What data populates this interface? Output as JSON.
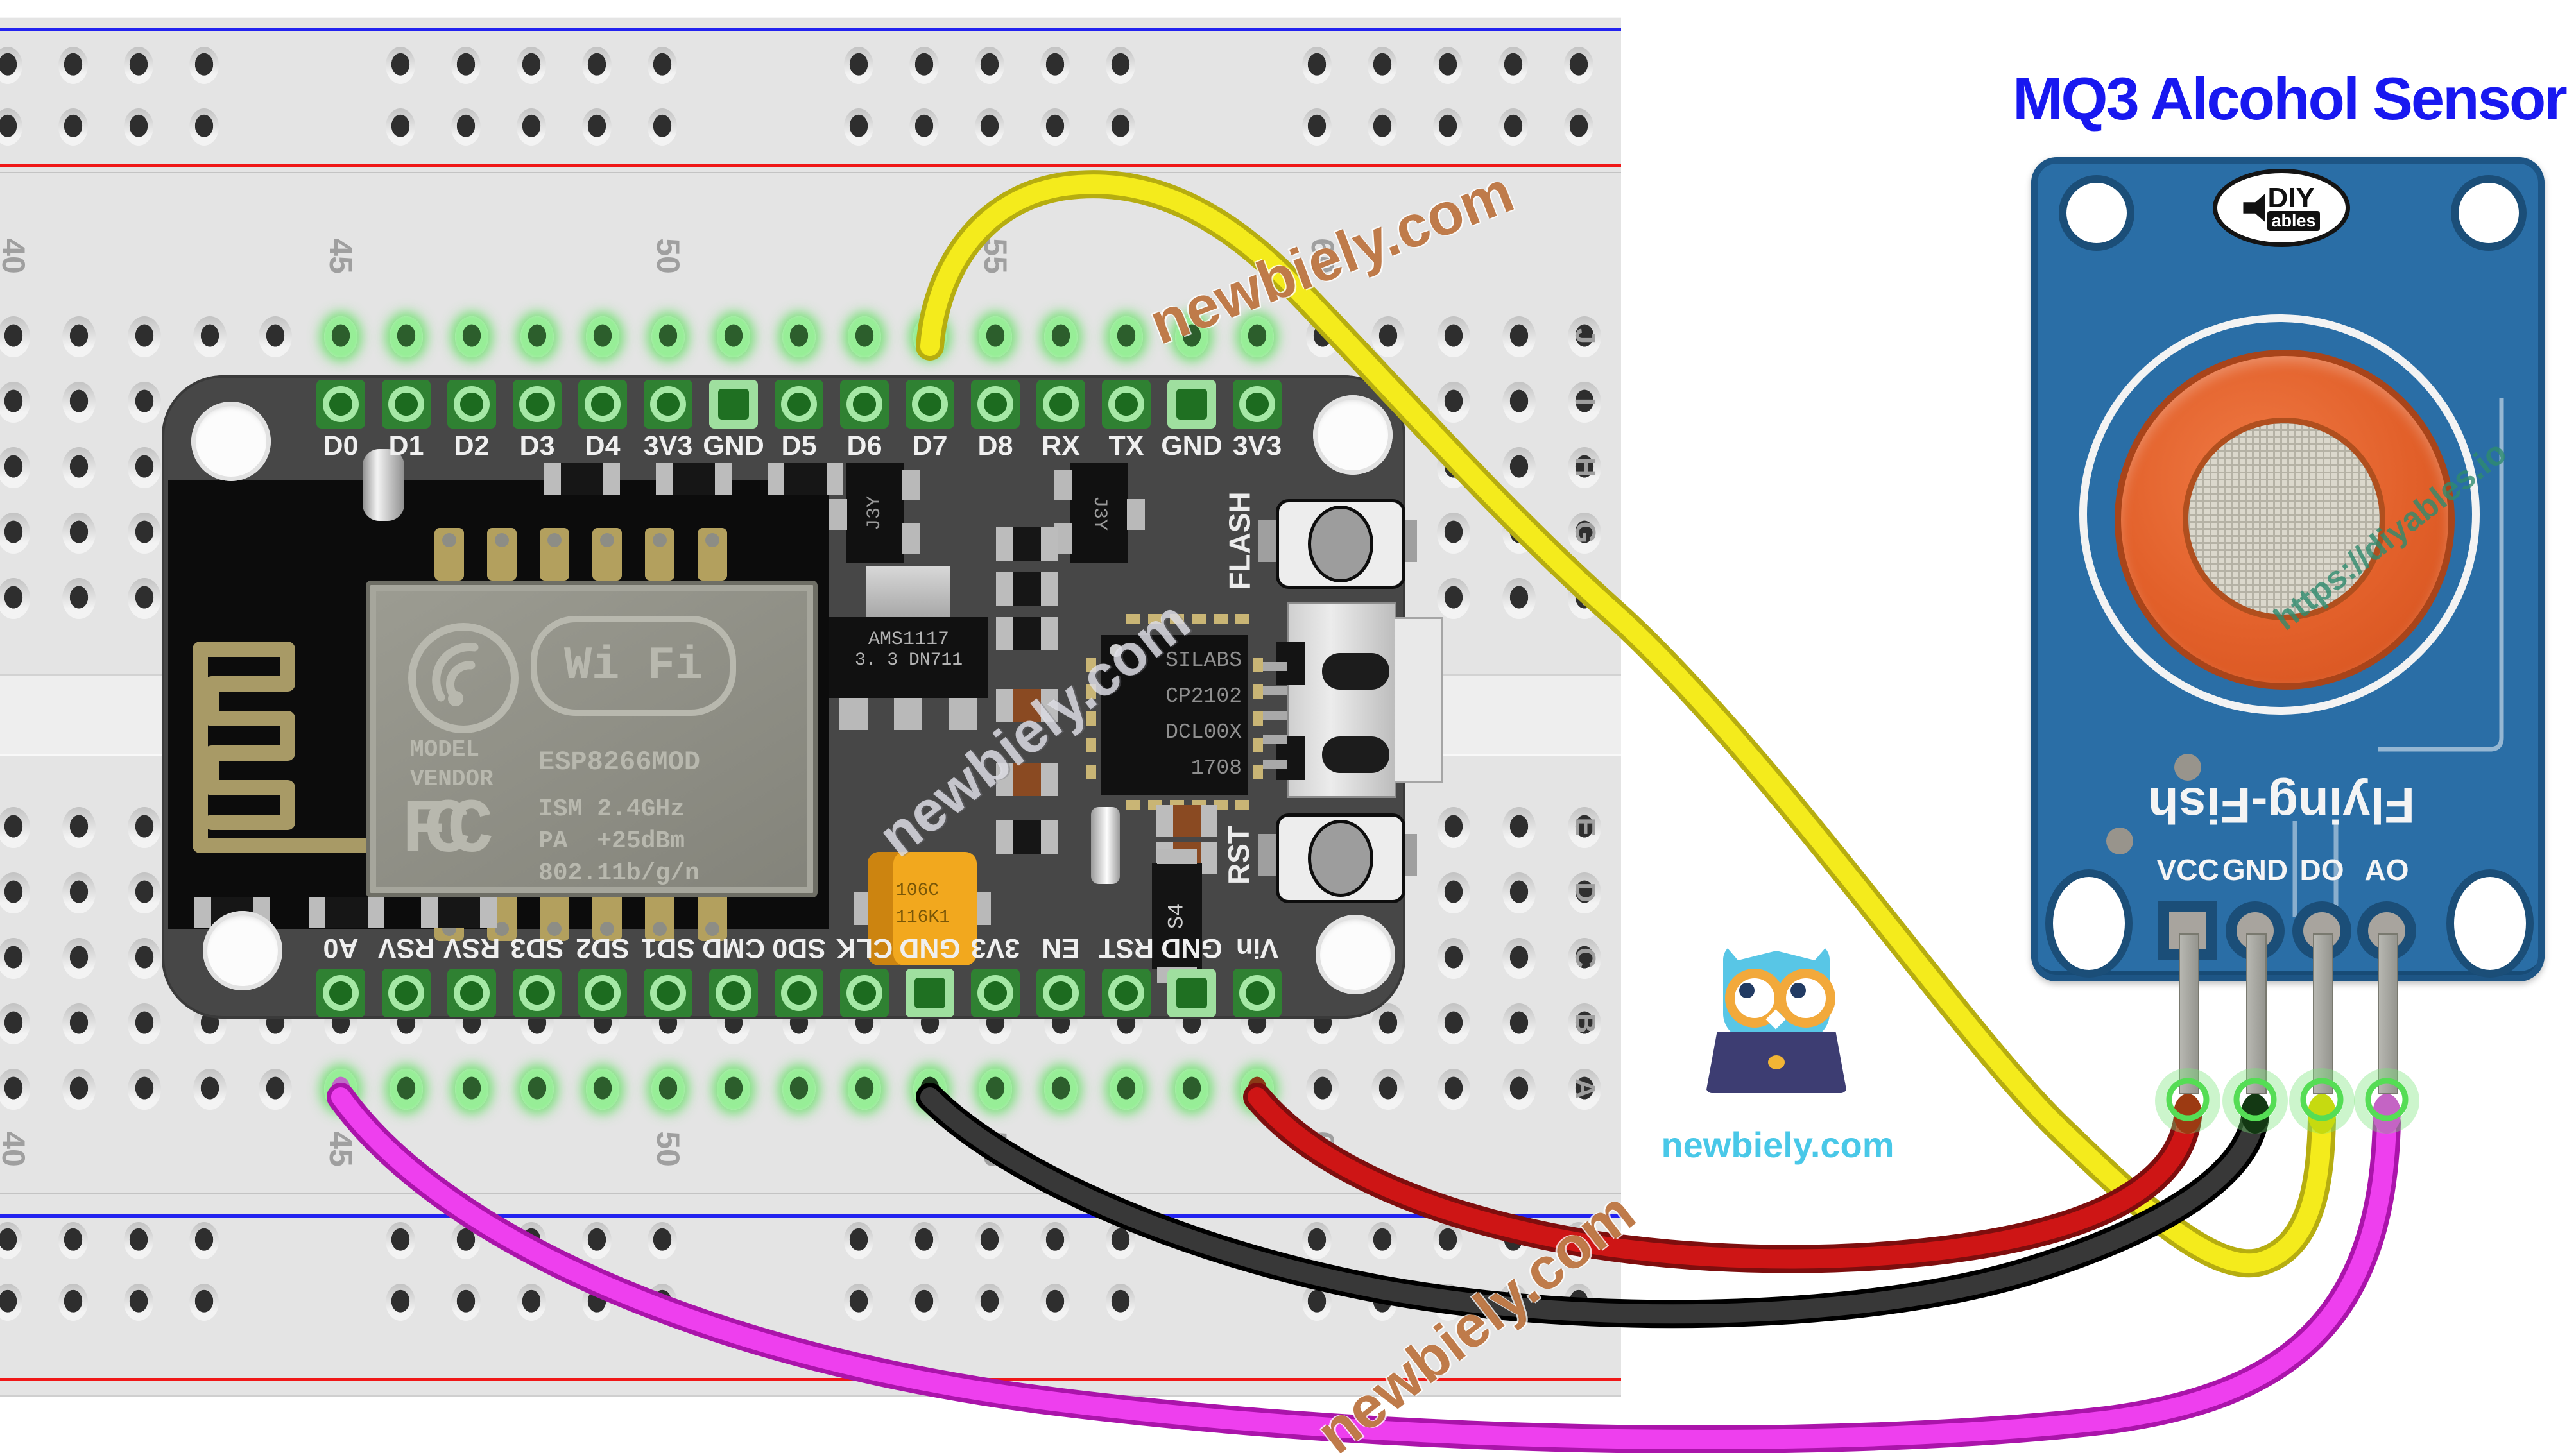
{
  "title": {
    "text": "MQ3 Alcohol Sensor",
    "color": "#1818f0"
  },
  "watermarks": {
    "newbiely": "newbiely.com",
    "diyables": "https://diyables.io"
  },
  "site_logo": {
    "caption": "newbiely.com"
  },
  "breadboard": {
    "column_numbers": [
      "40",
      "45",
      "50",
      "55",
      "60"
    ],
    "row_letters": [
      "J",
      "I",
      "H",
      "G",
      "F",
      "E",
      "D",
      "C",
      "B",
      "A"
    ],
    "rail_blue": "#2222f0",
    "rail_red": "#f01818"
  },
  "nodemcu": {
    "top_pins": [
      "D0",
      "D1",
      "D2",
      "D3",
      "D4",
      "3V3",
      "GND",
      "D5",
      "D6",
      "D7",
      "D8",
      "RX",
      "TX",
      "GND",
      "3V3"
    ],
    "bottom_pins": [
      "A0",
      "RSV",
      "RSV",
      "SD3",
      "SD2",
      "SD1",
      "CMD",
      "SD0",
      "CLK",
      "GND",
      "3V3",
      "EN",
      "RST",
      "GND",
      "Vin"
    ],
    "buttons": {
      "flash": "FLASH",
      "reset": "RST"
    },
    "shield": {
      "wifi": "Wi Fi",
      "model": "MODEL",
      "vendor": "VENDOR",
      "chip": "ESP8266MOD",
      "fcc": "FCC",
      "specs": [
        "ISM 2.4GHz",
        "PA  +25dBm",
        "802.11b/g/n"
      ]
    },
    "components": {
      "regulator_line1": "AMS1117",
      "regulator_line2": "3. 3  DN711",
      "usb_chip": [
        "SILABS",
        "CP2102",
        "DCL00X",
        "1708"
      ],
      "transistor": "J3Y",
      "diode": "S4",
      "capacitor_line1": "106C",
      "capacitor_line2": "116K1"
    }
  },
  "sensor": {
    "logo_diy": "DIY",
    "logo_ables": "ables",
    "board_text": "Flying-Fish",
    "pins": [
      "VCC",
      "GND",
      "DO",
      "AO"
    ]
  },
  "connections": [
    {
      "id": "yellow",
      "color": "#f4eb1c",
      "edge": "#b6ad10",
      "tip": "#c6da10",
      "from": "NodeMCU D7",
      "to": "MQ3 DO"
    },
    {
      "id": "red",
      "color": "#ce1515",
      "edge": "#7e0e0e",
      "tip": "#9c3a12",
      "from": "NodeMCU Vin",
      "to": "MQ3 VCC"
    },
    {
      "id": "black",
      "color": "#383838",
      "edge": "#000000",
      "tip": "#133813",
      "from": "NodeMCU GND",
      "to": "MQ3 GND"
    },
    {
      "id": "magenta",
      "color": "#ee3fee",
      "edge": "#aa14aa",
      "tip": "#c464c4",
      "from": "NodeMCU A0",
      "to": "MQ3 AO"
    }
  ]
}
